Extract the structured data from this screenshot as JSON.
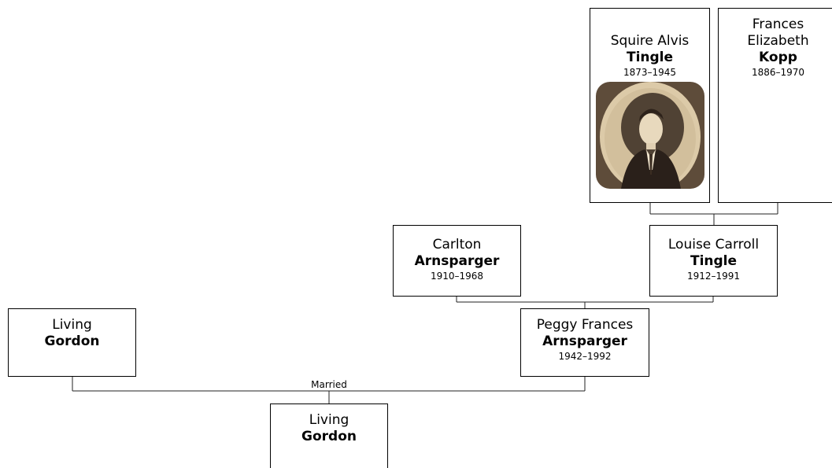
{
  "people": {
    "squire": {
      "given": "Squire Alvis",
      "surname": "Tingle",
      "dates": "1873–1945",
      "portrait": "sepia oval portrait photo of a young man in suit and tie"
    },
    "frances": {
      "given": "Frances Elizabeth",
      "surname": "Kopp",
      "dates": "1886–1970"
    },
    "carlton": {
      "given": "Carlton",
      "surname": "Arnsparger",
      "dates": "1910–1968"
    },
    "louise": {
      "given": "Louise Carroll",
      "surname": "Tingle",
      "dates": "1912–1991"
    },
    "peggy": {
      "given": "Peggy Frances",
      "surname": "Arnsparger",
      "dates": "1942–1992"
    },
    "living_spouse": {
      "given": "Living",
      "surname": "Gordon"
    },
    "living_child": {
      "given": "Living",
      "surname": "Gordon"
    }
  },
  "relationship_label": "Married",
  "colors": {
    "line": "#222222",
    "box_border": "#000000",
    "background": "#ffffff",
    "photo_tone": "#c9b89a"
  }
}
